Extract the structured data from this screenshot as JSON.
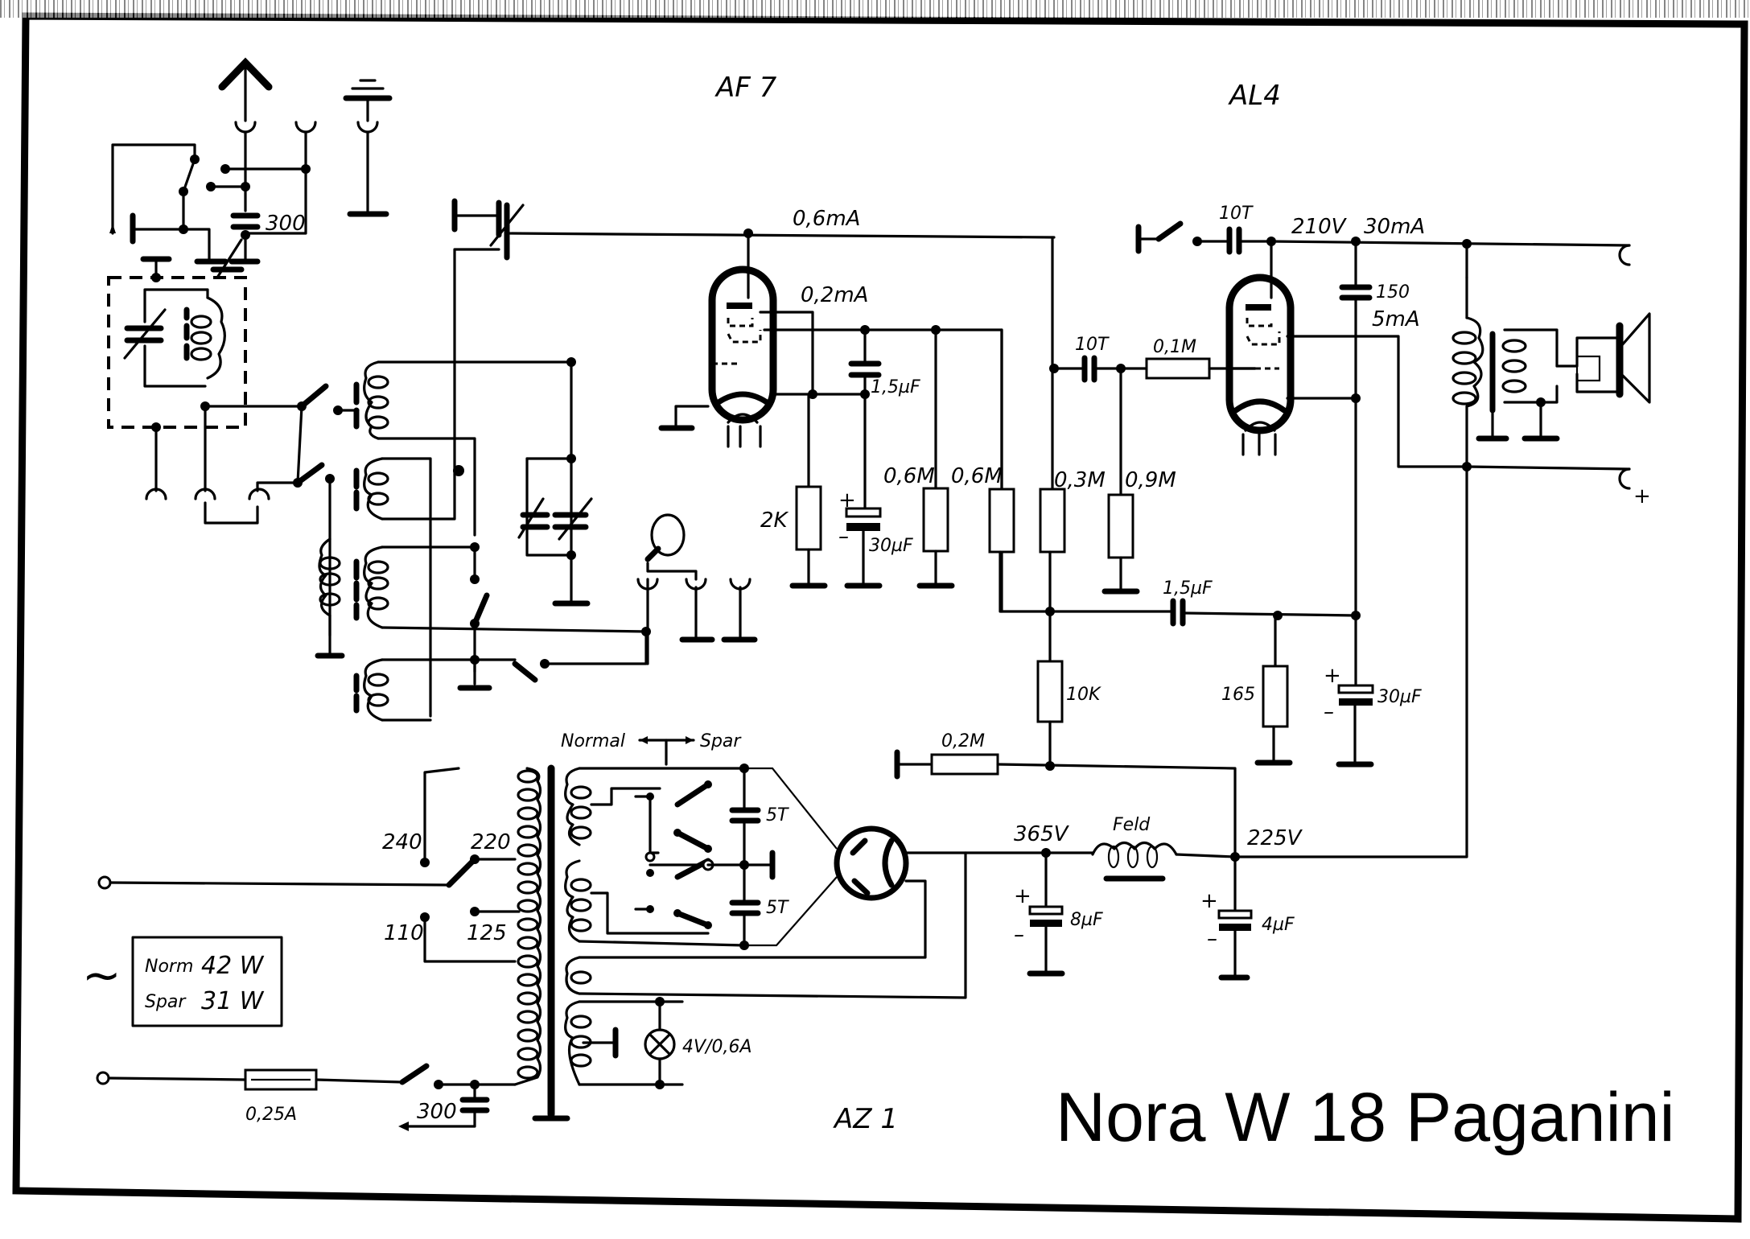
{
  "document": {
    "title": "Nora W 18 Paganini",
    "type": "radio schematic"
  },
  "tubes": {
    "rf": "AF 7",
    "output": "AL4",
    "rectifier": "AZ 1"
  },
  "labels": {
    "af7_anode_current": "0,6mA",
    "af7_screen_current": "0,2mA",
    "c_300_antenna": "300",
    "c_1_5uF_top": "1,5µF",
    "r_2k": "2K",
    "c_30uF_left": "30µF",
    "r_0_6M_a": "0,6M",
    "r_0_6M_b": "0,6M",
    "r_0_3M": "0,3M",
    "r_0_9M": "0,9M",
    "c_10T_coupling": "10T",
    "r_0_1M": "0,1M",
    "c_10T_top": "10T",
    "al4_anode_voltage": "210V",
    "al4_anode_current": "30mA",
    "c_150": "150",
    "al4_screen_current": "5mA",
    "c_1_5uF_mid": "1,5µF",
    "r_10K": "10K",
    "r_165": "165",
    "c_30uF_right": "30µF",
    "r_0_2M": "0,2M",
    "switch_normal": "Normal",
    "switch_spar": "Spar",
    "c_5T_upper": "5T",
    "c_5T_lower": "5T",
    "v_365": "365V",
    "field_coil": "Feld",
    "v_225": "225V",
    "c_8uF": "8µF",
    "c_4uF": "4µF",
    "tap_240": "240",
    "tap_220": "220",
    "tap_110": "110",
    "tap_125": "125",
    "lamp": "4V/0,6A",
    "fuse": "0,25A",
    "c_300_mains": "300",
    "speaker_plus": "+",
    "plus": "+",
    "minus": "–"
  },
  "power_box": {
    "ac_symbol": "~",
    "rows": [
      {
        "mode": "Norm",
        "power": "42 W"
      },
      {
        "mode": "Spar",
        "power": "31 W"
      }
    ]
  }
}
